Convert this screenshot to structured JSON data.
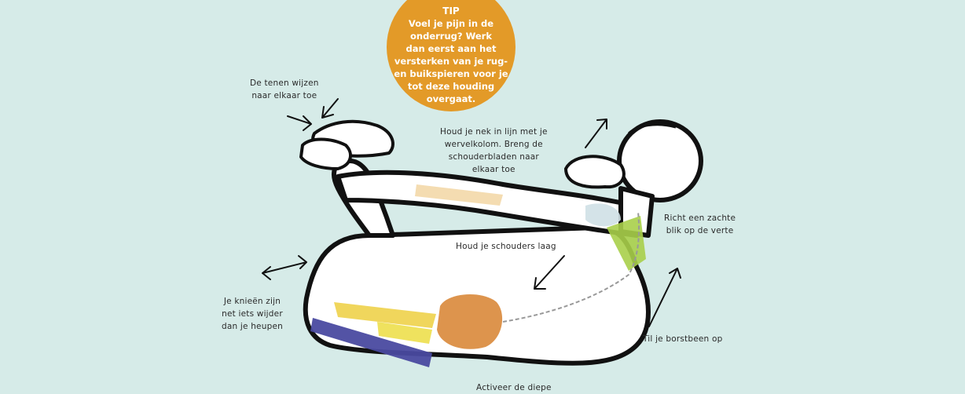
{
  "tip": {
    "title": "TIP",
    "text": "Voel je pijn in de\nonderrug? Werk\ndan eerst aan het\nversterken van je rug-\nen buikspieren voor je\ntot deze houding\novergaat."
  },
  "labels": {
    "toes": "De tenen wijzen\nnaar elkaar toe",
    "neck": "Houd je nek in lijn met je\nwervelkolom. Breng de\nschouderbladen naar\nelkaar toe",
    "gaze": "Richt een zachte\nblik op de verte",
    "shoulders": "Houd je schouders laag",
    "knees": "Je knieën zijn\nnet iets wijder\ndan je heupen",
    "sternum": "Til je borstbeen op",
    "core": "Activeer de diepe"
  },
  "colors": {
    "background": "#d6ebe8",
    "tip_circle": "#e39a28",
    "body_outline": "#111111",
    "glute_orange": "#d9883a",
    "hamstring_yellow": "#eed14a",
    "quad_blue": "#4a4aa0",
    "chest_green": "#a9cf4a",
    "arm_peach": "#f3d8a8"
  }
}
